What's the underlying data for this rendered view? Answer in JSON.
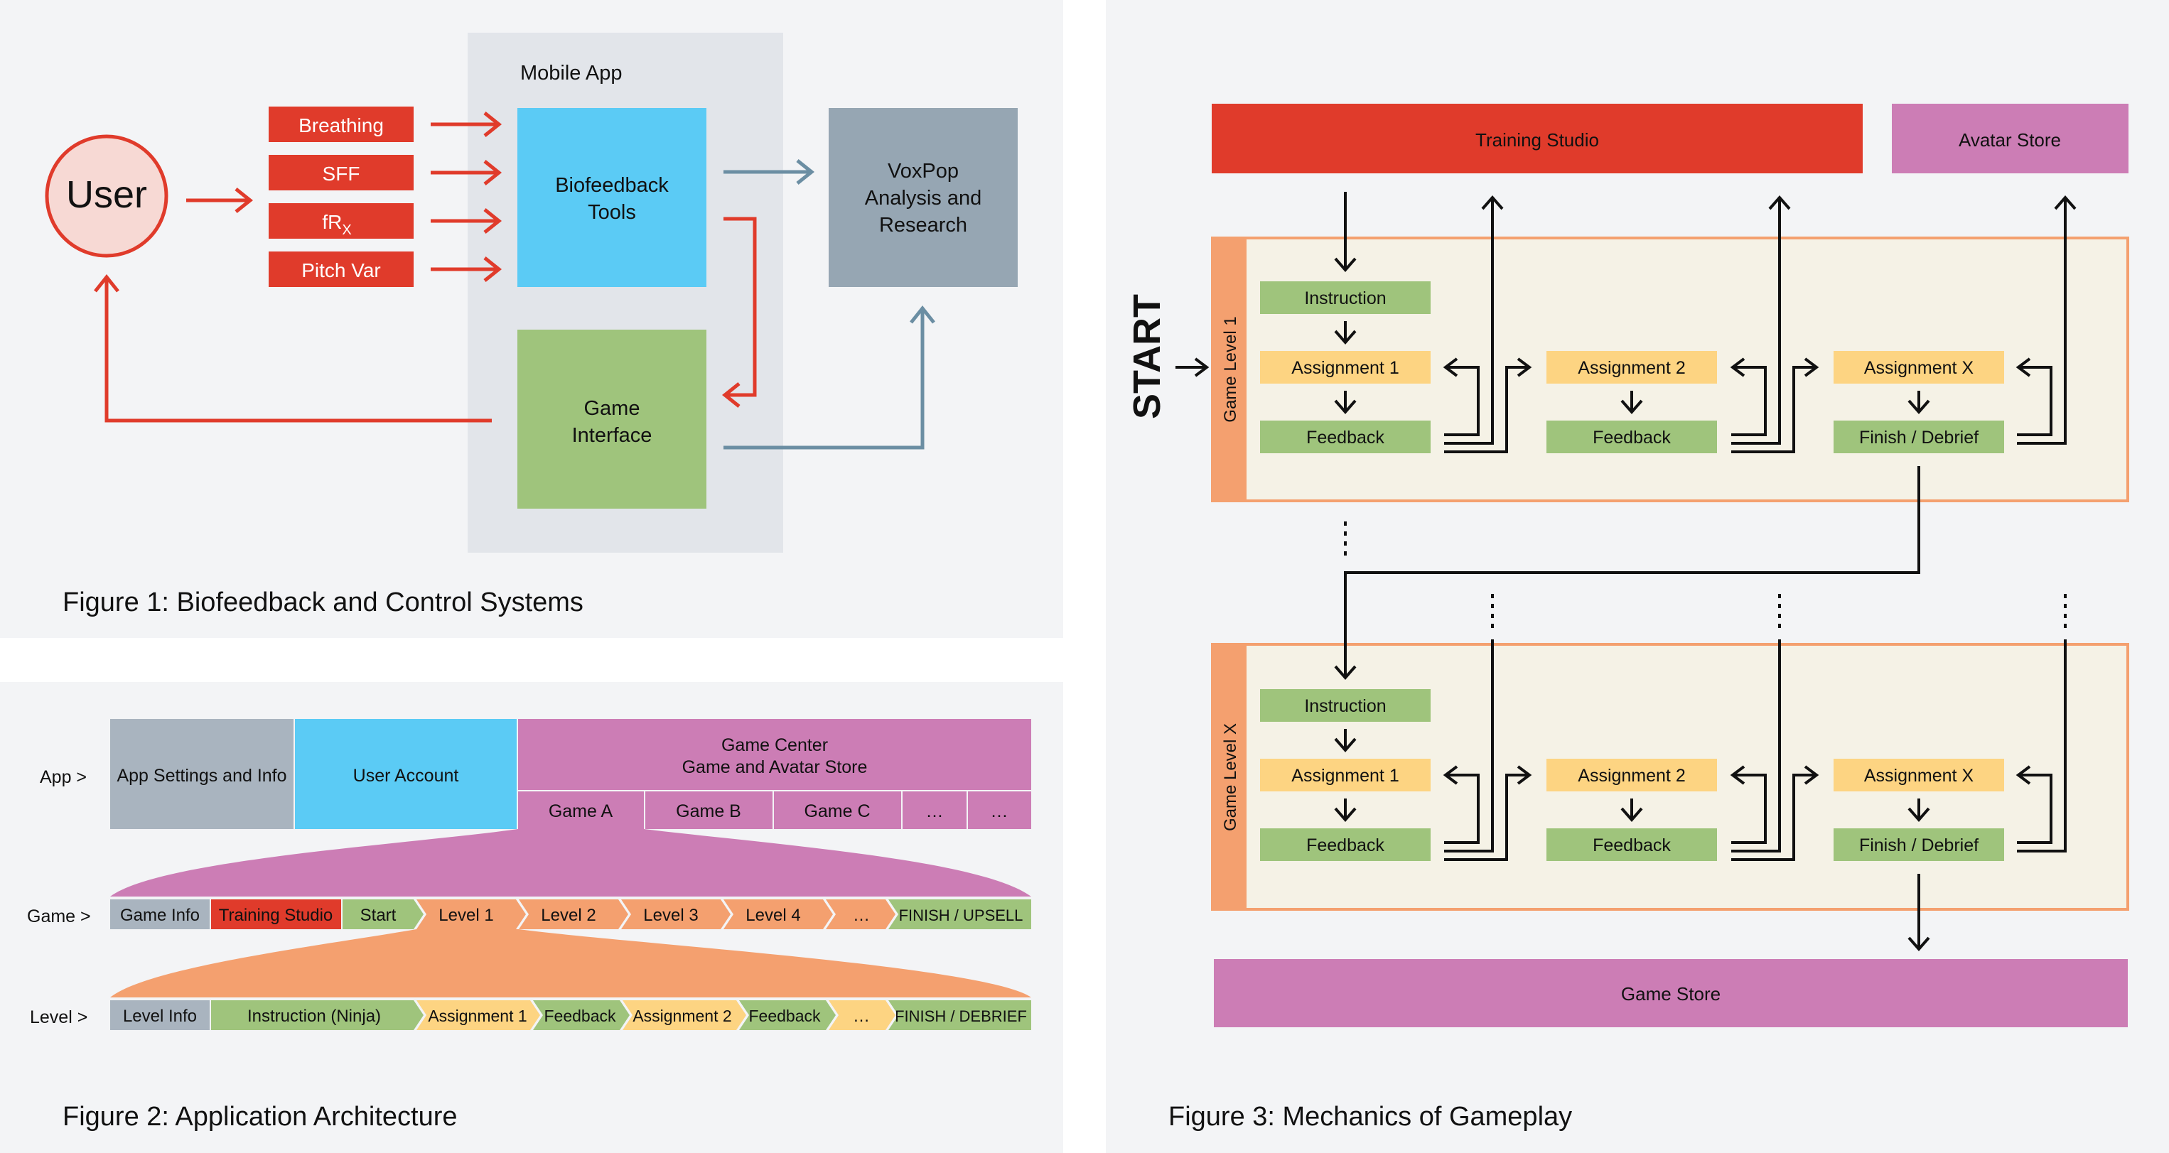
{
  "colors": {
    "panel_bg": "#f3f4f6",
    "mobile_app_bg": "#e2e5ea",
    "red": "#e03b2b",
    "blue": "#5bcbf5",
    "green": "#9fc47c",
    "gray_blue": "#96a6b3",
    "pink": "#cc7db5",
    "orange": "#f4a06f",
    "yellow": "#fdd482",
    "gray": "#a9b4bf",
    "level_panel": "#f5f2e6",
    "arrow_blue": "#6b8ea3"
  },
  "fig1": {
    "caption": "Figure 1: Biofeedback and Control Systems",
    "user": "User",
    "inputs": [
      "Breathing",
      "SFF",
      "fR",
      "Pitch Var"
    ],
    "fr_subscript": "X",
    "mobile_app": "Mobile App",
    "biofeedback": [
      "Biofeedback",
      "Tools"
    ],
    "game_interface": [
      "Game",
      "Interface"
    ],
    "voxpop": [
      "VoxPop",
      "Analysis and",
      "Research"
    ]
  },
  "fig2": {
    "caption": "Figure 2: Application Architecture",
    "row_app": "App >",
    "row_game": "Game >",
    "row_level": "Level >",
    "app_settings": "App Settings and Info",
    "user_account": "User Account",
    "game_center": [
      "Game Center",
      "Game and Avatar Store"
    ],
    "games": [
      "Game A",
      "Game B",
      "Game C",
      "…",
      "…"
    ],
    "game_row": [
      "Game Info",
      "Training Studio",
      "Start",
      "Level 1",
      "Level 2",
      "Level 3",
      "Level 4",
      "…",
      "FINISH / UPSELL"
    ],
    "level_row": [
      "Level Info",
      "Instruction (Ninja)",
      "Assignment 1",
      "Feedback",
      "Assignment 2",
      "Feedback",
      "…",
      "FINISH / DEBRIEF"
    ]
  },
  "fig3": {
    "caption": "Figure 3: Mechanics of Gameplay",
    "start": "START",
    "training_studio": "Training Studio",
    "avatar_store": "Avatar Store",
    "game_store": "Game Store",
    "level1_label": "Game Level 1",
    "levelx_label": "Game Level X",
    "instruction": "Instruction",
    "assignment1": "Assignment 1",
    "assignment2": "Assignment 2",
    "assignmentx": "Assignment X",
    "feedback": "Feedback",
    "finish": "Finish / Debrief"
  }
}
